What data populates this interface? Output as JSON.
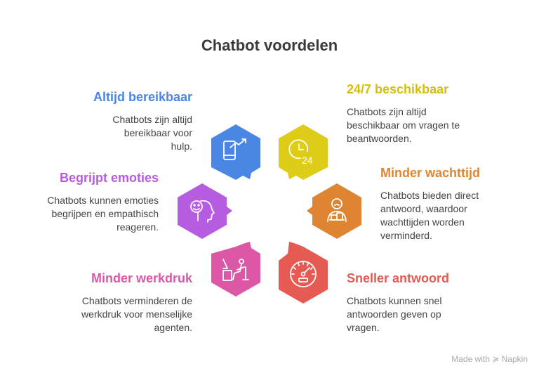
{
  "title": "Chatbot voordelen",
  "items": [
    {
      "title": "Altijd bereikbaar",
      "text": "Chatbots zijn altijd bereikbaar voor hulp.",
      "color": "#4a86e4",
      "icon": "phone-growth-icon"
    },
    {
      "title": "24/7 beschikbaar",
      "text": "Chatbots zijn altijd beschikbaar om vragen te beantwoorden.",
      "color": "#dfcc18",
      "icon": "clock-24-icon"
    },
    {
      "title": "Begrijpt emoties",
      "text": "Chatbots kunnen emoties begrijpen en empathisch reageren.",
      "color": "#b65ce0",
      "icon": "emotion-head-icon"
    },
    {
      "title": "Minder wachttijd",
      "text": "Chatbots bieden direct antwoord, waardoor wachttijden worden verminderd.",
      "color": "#df8430",
      "icon": "person-desk-icon"
    },
    {
      "title": "Minder werkdruk",
      "text": "Chatbots verminderen de werkdruk voor menselijke agenten.",
      "color": "#dc58a6",
      "icon": "worker-desk-icon"
    },
    {
      "title": "Sneller antwoord",
      "text": "Chatbots kunnen snel antwoorden geven op vragen.",
      "color": "#e55a52",
      "icon": "speedometer-icon"
    }
  ],
  "footer": "Made with ≽ Napkin"
}
